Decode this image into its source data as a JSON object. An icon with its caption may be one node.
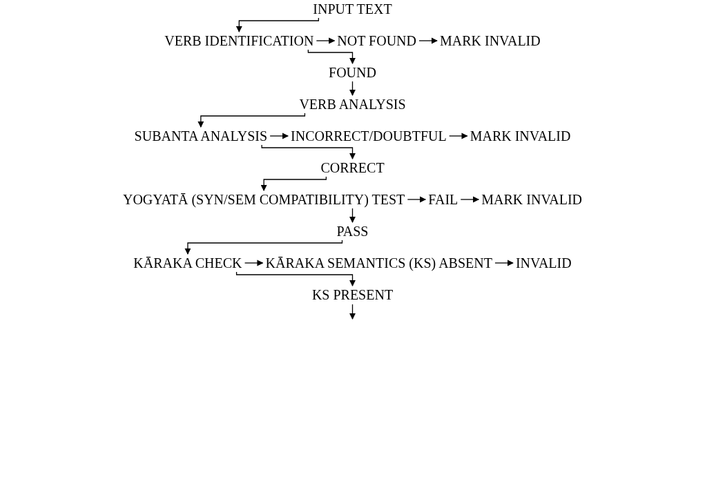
{
  "diagram": {
    "nodes": [
      {
        "text": [
          "INPUT TEXT"
        ]
      },
      {
        "text": [
          "VERB IDENTIFICATION"
        ]
      },
      {
        "text": [
          "NOT FOUND"
        ]
      },
      {
        "text": [
          "MARK INVALID"
        ]
      },
      {
        "text": [
          "FOUND"
        ]
      },
      {
        "text": [
          "VERB ANALYSIS"
        ]
      },
      {
        "text": [
          "SUBANTA ANALYSIS"
        ]
      },
      {
        "text": [
          "INCORRECT/DOUBTFUL"
        ]
      },
      {
        "text": [
          "MARK INVALID"
        ]
      },
      {
        "text": [
          "CORRECT"
        ]
      },
      {
        "text": [
          "YOGYATĀ (SYN/SEM COMPATIBILITY) TEST"
        ]
      },
      {
        "text": [
          "FAIL"
        ]
      },
      {
        "text": [
          "MARK INVALID"
        ]
      },
      {
        "text": [
          "PASS"
        ]
      },
      {
        "text": [
          "KĀRAKA CHECK"
        ]
      },
      {
        "text": [
          "KĀRAKA SEMANTICS (KS) ABSENT"
        ]
      },
      {
        "text": [
          "INVALID"
        ]
      },
      {
        "text": [
          "KS PRESENT"
        ]
      }
    ],
    "edges": [
      {
        "from": 0,
        "to": 1,
        "arrow": "to"
      },
      {
        "from": 1,
        "to": 2,
        "arrow": "to"
      },
      {
        "from": 2,
        "to": 3,
        "arrow": "to"
      },
      {
        "from": 1,
        "to": 4,
        "arrow": "to"
      },
      {
        "from": 4,
        "to": 5,
        "arrow": "to"
      },
      {
        "from": 5,
        "to": 6,
        "arrow": "to"
      },
      {
        "from": 6,
        "to": 7,
        "arrow": "to"
      },
      {
        "from": 7,
        "to": 8,
        "arrow": "to"
      },
      {
        "from": 6,
        "to": 9,
        "arrow": "to"
      },
      {
        "from": 9,
        "to": 10,
        "arrow": "to"
      },
      {
        "from": 10,
        "to": 11,
        "arrow": "to"
      },
      {
        "from": 11,
        "to": 12,
        "arrow": "to"
      },
      {
        "from": 10,
        "to": 13,
        "arrow": "to"
      },
      {
        "from": 13,
        "to": 14,
        "arrow": "to"
      },
      {
        "from": 14,
        "to": 15,
        "arrow": "to"
      },
      {
        "from": 15,
        "to": 16,
        "arrow": "to"
      },
      {
        "from": 14,
        "to": 17,
        "arrow": "to"
      },
      {
        "from": 17,
        "to": null,
        "arrow": "to"
      }
    ]
  }
}
